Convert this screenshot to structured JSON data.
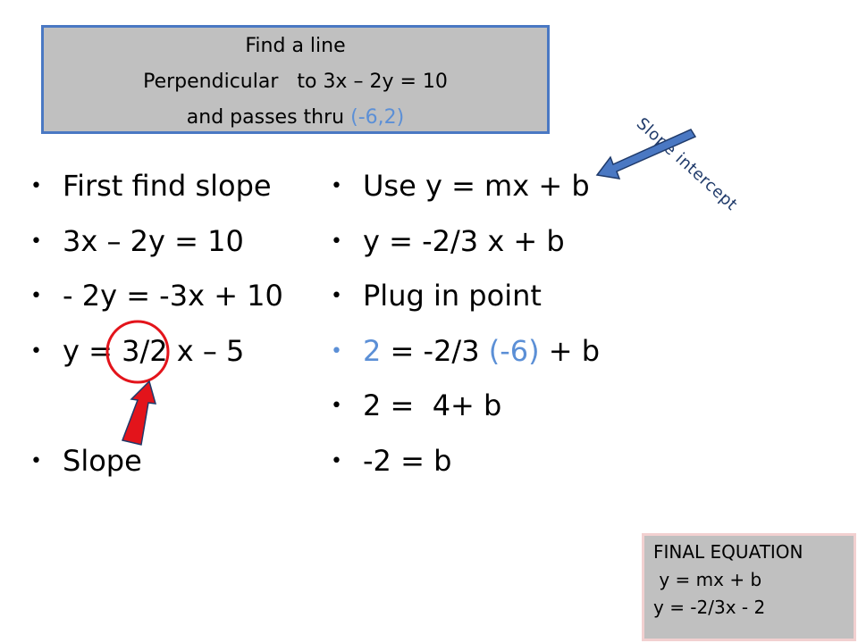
{
  "title": {
    "line1": "Find a line",
    "line2_a": "Perpendicular",
    "line2_b": "to 3x – 2y = 10",
    "line3_a": "and passes thru",
    "line3_b": "(-6,2)"
  },
  "left_column": [
    "First find slope",
    "3x – 2y = 10",
    "- 2y = -3x + 10",
    "y = 3/2 x – 5",
    "Slope"
  ],
  "right_column": {
    "items": [
      "Use y = mx + b",
      "y = -2/3 x + b",
      "Plug in point"
    ],
    "plug": {
      "a": "2",
      "b": " = -2/3 ",
      "c": "(-6)",
      "d": " + b"
    },
    "after": [
      "2 =  4+ b",
      "-2 = b"
    ]
  },
  "annotation": {
    "slope_intercept": "Slope intercept"
  },
  "final_box": {
    "heading": "FINAL EQUATION",
    "line1": " y = mx + b",
    "line2": "y = -2/3x - 2"
  },
  "colors": {
    "accent_blue": "#5b8fd6",
    "title_border": "#4a78c3",
    "circle_red": "#e3141b",
    "arrow_red": "#e3141b",
    "arrow_blue": "#4a78c3"
  }
}
